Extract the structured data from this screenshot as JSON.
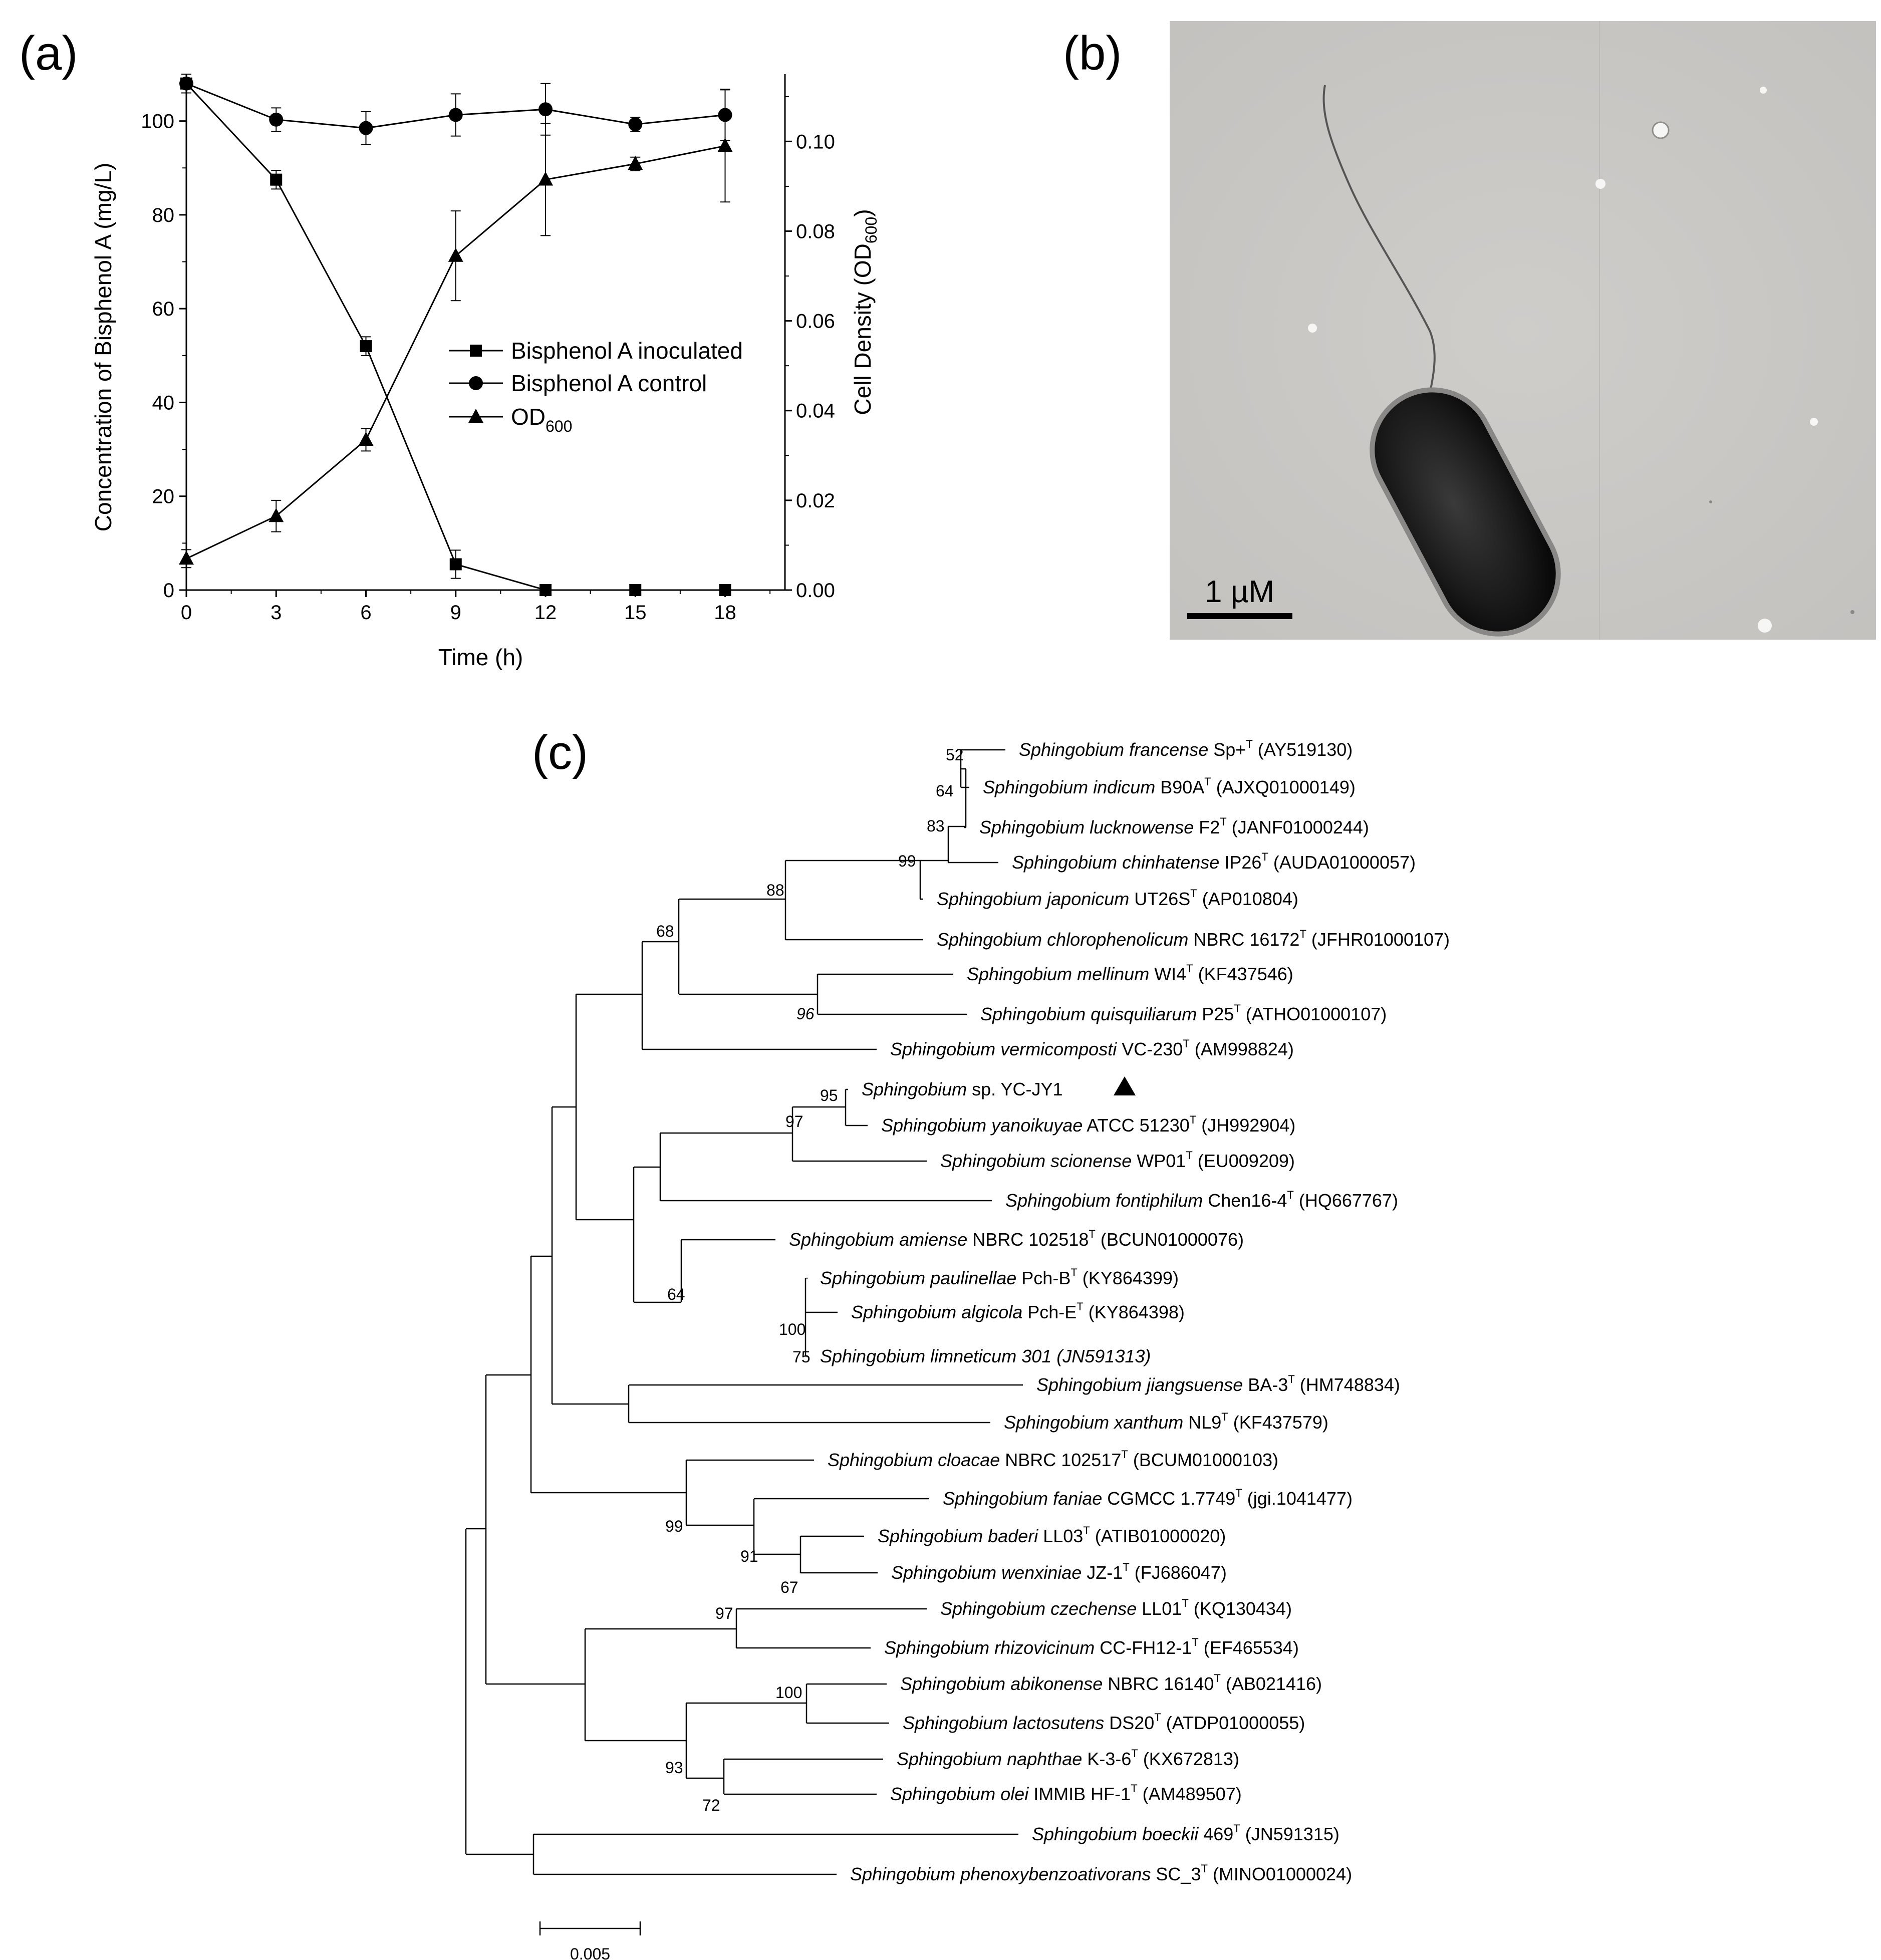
{
  "panels": {
    "a": "(a)",
    "b": "(b)",
    "c": "(c)"
  },
  "chart_data": [
    {
      "type": "line",
      "panel": "(a)",
      "xlabel": "Time (h)",
      "ylabel": "Concentration of Bisphenol A (mg/L)",
      "y2label": "Cell Density (OD600)",
      "x": [
        0,
        3,
        6,
        9,
        12,
        15,
        18
      ],
      "xticks": [
        "0",
        "3",
        "6",
        "9",
        "12",
        "15",
        "18"
      ],
      "xlim": [
        0,
        20
      ],
      "ylim": [
        0,
        110
      ],
      "yticks": [
        "0",
        "20",
        "40",
        "60",
        "80",
        "100"
      ],
      "y2lim": [
        0,
        0.115
      ],
      "y2ticks": [
        "0.00",
        "0.02",
        "0.04",
        "0.06",
        "0.08",
        "0.10"
      ],
      "legend_position": "center-right",
      "series": [
        {
          "name": "Bisphenol A inoculated",
          "marker": "square",
          "axis": "left",
          "values": [
            108,
            87.5,
            52,
            5.5,
            0,
            0,
            0
          ],
          "errors": [
            2,
            2,
            2,
            3,
            0.5,
            0.5,
            0.5
          ]
        },
        {
          "name": "Bisphenol A control",
          "marker": "circle",
          "axis": "left",
          "values": [
            108,
            100.3,
            98.5,
            101.3,
            102.5,
            99.3,
            101.3
          ],
          "errors": [
            2,
            2.5,
            3.5,
            4.5,
            5.5,
            1.5,
            5.5
          ]
        },
        {
          "name": "OD600",
          "marker": "triangle",
          "axis": "right",
          "values": [
            0.007,
            0.0165,
            0.0335,
            0.0745,
            0.0915,
            0.095,
            0.099
          ],
          "errors": [
            0.002,
            0.0035,
            0.0025,
            0.01,
            0.0125,
            0.0015,
            0.0125
          ]
        }
      ]
    },
    {
      "type": "tree",
      "panel": "(c)",
      "scale_label": "0.005",
      "query_marker": "triangle",
      "taxa": [
        {
          "id": "francense",
          "genus": "Sphingobium",
          "species": "francense",
          "strain": "Sp+",
          "acc": "(AY519130)"
        },
        {
          "id": "indicum",
          "genus": "Sphingobium",
          "species": "indicum",
          "strain": "B90A",
          "acc": "(AJXQ01000149)"
        },
        {
          "id": "lucknowense",
          "genus": "Sphingobium",
          "species": "lucknowense",
          "strain": "F2",
          "acc": "(JANF01000244)"
        },
        {
          "id": "chinhatense",
          "genus": "Sphingobium",
          "species": "chinhatense",
          "strain": "IP26",
          "acc": "(AUDA01000057)"
        },
        {
          "id": "japonicum",
          "genus": "Sphingobium",
          "species": "japonicum",
          "strain": "UT26S",
          "acc": "(AP010804)"
        },
        {
          "id": "chlorophenolicum",
          "genus": "Sphingobium",
          "species": "chlorophenolicum",
          "strain": "NBRC 16172",
          "acc": "(JFHR01000107)"
        },
        {
          "id": "mellinum",
          "genus": "Sphingobium",
          "species": "mellinum",
          "strain": "WI4",
          "acc": "(KF437546)"
        },
        {
          "id": "quisquiliarum",
          "genus": "Sphingobium",
          "species": "quisquiliarum",
          "strain": "P25",
          "acc": "(ATHO01000107)"
        },
        {
          "id": "vermicomposti",
          "genus": "Sphingobium",
          "species": "vermicomposti",
          "strain": "VC-230",
          "acc": "(AM998824)"
        },
        {
          "id": "ycjy1",
          "genus": "Sphingobium",
          "species": "",
          "strain": "sp. YC-JY1",
          "acc": "",
          "query": true
        },
        {
          "id": "yanoikuyae",
          "genus": "Sphingobium",
          "species": "yanoikuyae",
          "strain": "ATCC 51230",
          "acc": "(JH992904)"
        },
        {
          "id": "scionense",
          "genus": "Sphingobium",
          "species": "scionense",
          "strain": "WP01",
          "acc": "(EU009209)"
        },
        {
          "id": "fontiphilum",
          "genus": "Sphingobium",
          "species": "fontiphilum",
          "strain": "Chen16-4",
          "acc": "(HQ667767)"
        },
        {
          "id": "amiense",
          "genus": "Sphingobium",
          "species": "amiense",
          "strain": "NBRC 102518",
          "acc": "(BCUN01000076)"
        },
        {
          "id": "paulinellae",
          "genus": "Sphingobium",
          "species": "paulinellae",
          "strain": "Pch-B",
          "acc": "(KY864399)"
        },
        {
          "id": "algicola",
          "genus": "Sphingobium",
          "species": "algicola",
          "strain": "Pch-E",
          "acc": "(KY864398)"
        },
        {
          "id": "limneticum",
          "genus": "Sphingobium",
          "species": "limneticum",
          "strain": "301",
          "acc": "(JN591313)",
          "all_italic": true,
          "no_t": true
        },
        {
          "id": "jiangsuense",
          "genus": "Sphingobium",
          "species": "jiangsuense",
          "strain": "BA-3",
          "acc": "(HM748834)"
        },
        {
          "id": "xanthum",
          "genus": "Sphingobium",
          "species": "xanthum",
          "strain": "NL9",
          "acc": "(KF437579)"
        },
        {
          "id": "cloacae",
          "genus": "Sphingobium",
          "species": "cloacae",
          "strain": "NBRC 102517",
          "acc": "(BCUM01000103)"
        },
        {
          "id": "faniae",
          "genus": "Sphingobium",
          "species": "faniae",
          "strain": "CGMCC 1.7749",
          "acc": "(jgi.1041477)"
        },
        {
          "id": "baderi",
          "genus": "Sphingobium",
          "species": "baderi",
          "strain": "LL03",
          "acc": "(ATIB01000020)"
        },
        {
          "id": "wenxiniae",
          "genus": "Sphingobium",
          "species": "wenxiniae",
          "strain": "JZ-1",
          "acc": "(FJ686047)"
        },
        {
          "id": "czechense",
          "genus": "Sphingobium",
          "species": "czechense",
          "strain": "LL01",
          "acc": "(KQ130434)"
        },
        {
          "id": "rhizovicinum",
          "genus": "Sphingobium",
          "species": "rhizovicinum",
          "strain": "CC-FH12-1",
          "acc": "(EF465534)"
        },
        {
          "id": "abikonense",
          "genus": "Sphingobium",
          "species": "abikonense",
          "strain": "NBRC 16140",
          "acc": "(AB021416)"
        },
        {
          "id": "lactosutens",
          "genus": "Sphingobium",
          "species": "lactosutens",
          "strain": "DS20",
          "acc": "(ATDP01000055)"
        },
        {
          "id": "naphthae",
          "genus": "Sphingobium",
          "species": "naphthae",
          "strain": "K-3-6",
          "acc": "(KX672813)"
        },
        {
          "id": "olei",
          "genus": "Sphingobium",
          "species": "olei",
          "strain": "IMMIB HF-1",
          "acc": "(AM489507)"
        },
        {
          "id": "boeckii",
          "genus": "Sphingobium",
          "species": "boeckii",
          "strain": "469",
          "acc": "(JN591315)"
        },
        {
          "id": "phenoxy",
          "genus": "Sphingobium",
          "species": "phenoxybenzoativorans",
          "strain": "SC_3",
          "acc": "(MINO01000024)"
        }
      ],
      "bootstrap_values": [
        "52",
        "64",
        "83",
        "99",
        "88",
        "68",
        "96",
        "95",
        "97",
        "64",
        "100",
        "75",
        "99",
        "91",
        "67",
        "97",
        "100",
        "93",
        "72"
      ]
    }
  ],
  "micrograph": {
    "scale_bar_label": "1 µM"
  }
}
